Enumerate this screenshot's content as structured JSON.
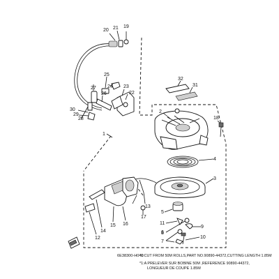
{
  "diagram": {
    "document_code": "6E38300-H040",
    "notes": [
      "*1:CUT FROM 50M ROLLS,PART NO.90890-44372,CUTTING LENGTH 1.85M",
      "*1:A PRELEVER SUR BOBINE 50M ,REFERENCE 90890-44372,",
      "LONGUEUR DE COUPE 1.85M"
    ],
    "callouts": [
      "1",
      "2",
      "3",
      "4",
      "5",
      "6",
      "7",
      "8",
      "9",
      "10",
      "11",
      "12",
      "13",
      "14",
      "15",
      "16",
      "17",
      "18",
      "19",
      "20",
      "21",
      "22",
      "23",
      "24",
      "25",
      "26",
      "27",
      "28",
      "29",
      "30",
      "31",
      "32"
    ]
  }
}
